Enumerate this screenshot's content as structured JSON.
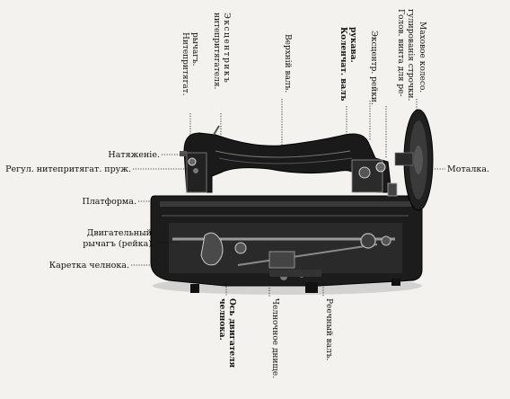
{
  "labels_left": [
    {
      "id": "tension",
      "text": "Натяженіе."
    },
    {
      "id": "thread-spring",
      "text": "Регул. нитепритягат. пруж."
    },
    {
      "id": "platform",
      "text": "Платформа."
    },
    {
      "id": "feed-lever",
      "lines": [
        "Двигательный",
        "рычагъ (рейка)."
      ]
    },
    {
      "id": "shuttle-carriage",
      "text": "Каретка челнока."
    }
  ],
  "labels_right": [
    {
      "id": "winder",
      "text": "Моталка."
    }
  ],
  "labels_top": [
    {
      "id": "takeup-lever",
      "lines": [
        "Нитепритягат.",
        "рычагъ."
      ]
    },
    {
      "id": "takeup-eccentric",
      "lines": [
        "Эксцентрикъ",
        "нитепритягателя."
      ]
    },
    {
      "id": "upper-shaft",
      "lines": [
        "Верхній валъ."
      ]
    },
    {
      "id": "sleeve-crank",
      "lines": [
        "Коленчат. валъ",
        "рукава."
      ],
      "bold": true
    },
    {
      "id": "feed-eccentric",
      "lines": [
        "Эксцентр. рейки."
      ]
    },
    {
      "id": "stitch-regulator",
      "lines": [
        "Голов. винта для ре-",
        "гулированія строчки."
      ]
    },
    {
      "id": "flywheel",
      "lines": [
        "Маховое колесо."
      ]
    }
  ],
  "labels_bottom": [
    {
      "id": "shuttle-axis",
      "lines": [
        "Ось двигателя",
        "челнока."
      ],
      "bold": true
    },
    {
      "id": "shuttle-bottom",
      "lines": [
        "Челночное днище."
      ]
    },
    {
      "id": "toothed-shaft",
      "lines": [
        "Реечный валъ."
      ]
    }
  ]
}
